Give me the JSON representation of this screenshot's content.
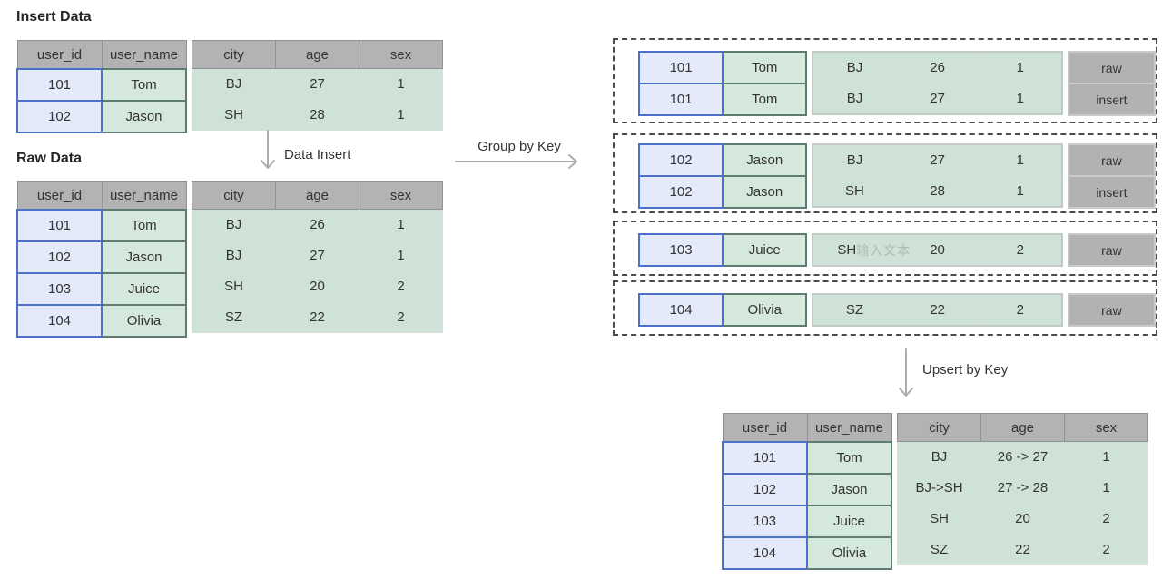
{
  "sections": {
    "insert_title": "Insert Data",
    "raw_title": "Raw Data"
  },
  "flow_labels": {
    "data_insert": "Data Insert",
    "group_by_key": "Group by Key",
    "upsert_by_key": "Upsert by Key"
  },
  "headers": {
    "user_id": "user_id",
    "user_name": "user_name",
    "city": "city",
    "age": "age",
    "sex": "sex"
  },
  "insert_table": {
    "rows": [
      {
        "id": "101",
        "name": "Tom",
        "city": "BJ",
        "age": "27",
        "sex": "1"
      },
      {
        "id": "102",
        "name": "Jason",
        "city": "SH",
        "age": "28",
        "sex": "1"
      }
    ]
  },
  "raw_table": {
    "rows": [
      {
        "id": "101",
        "name": "Tom",
        "city": "BJ",
        "age": "26",
        "sex": "1"
      },
      {
        "id": "102",
        "name": "Jason",
        "city": "BJ",
        "age": "27",
        "sex": "1"
      },
      {
        "id": "103",
        "name": "Juice",
        "city": "SH",
        "age": "20",
        "sex": "2"
      },
      {
        "id": "104",
        "name": "Olivia",
        "city": "SZ",
        "age": "22",
        "sex": "2"
      }
    ]
  },
  "groups": [
    {
      "rows": [
        {
          "id": "101",
          "name": "Tom",
          "city": "BJ",
          "age": "26",
          "sex": "1",
          "tag": "raw"
        },
        {
          "id": "101",
          "name": "Tom",
          "city": "BJ",
          "age": "27",
          "sex": "1",
          "tag": "insert"
        }
      ]
    },
    {
      "rows": [
        {
          "id": "102",
          "name": "Jason",
          "city": "BJ",
          "age": "27",
          "sex": "1",
          "tag": "raw"
        },
        {
          "id": "102",
          "name": "Jason",
          "city": "SH",
          "age": "28",
          "sex": "1",
          "tag": "insert"
        }
      ]
    },
    {
      "rows": [
        {
          "id": "103",
          "name": "Juice",
          "city": "SH",
          "city_placeholder": "输入文本",
          "age": "20",
          "sex": "2",
          "tag": "raw"
        }
      ]
    },
    {
      "rows": [
        {
          "id": "104",
          "name": "Olivia",
          "city": "SZ",
          "age": "22",
          "sex": "2",
          "tag": "raw"
        }
      ]
    }
  ],
  "result_table": {
    "rows": [
      {
        "id": "101",
        "name": "Tom",
        "city": "BJ",
        "age": "26 -> 27",
        "sex": "1"
      },
      {
        "id": "102",
        "name": "Jason",
        "city": "BJ->SH",
        "age": "27 -> 28",
        "sex": "1"
      },
      {
        "id": "103",
        "name": "Juice",
        "city": "SH",
        "age": "20",
        "sex": "2"
      },
      {
        "id": "104",
        "name": "Olivia",
        "city": "SZ",
        "age": "22",
        "sex": "2"
      }
    ]
  },
  "colors": {
    "header_fill": "#b3b3b5",
    "header_border": "#8f9193",
    "user_id_fill": "#e4eafa",
    "user_id_border": "#4d71c6",
    "user_name_fill": "#d4e8dc",
    "user_name_border": "#5e7c6f",
    "value_fill": "#cfe2d7",
    "value_border": "#d8e0db",
    "tag_fill": "#b2b2b4",
    "tag_border": "#c9cbcd",
    "group_dash_border": "#4b4b4b",
    "arrow": "#aaaeb1",
    "text": "#333333",
    "placeholder_text": "#aebbb2"
  }
}
